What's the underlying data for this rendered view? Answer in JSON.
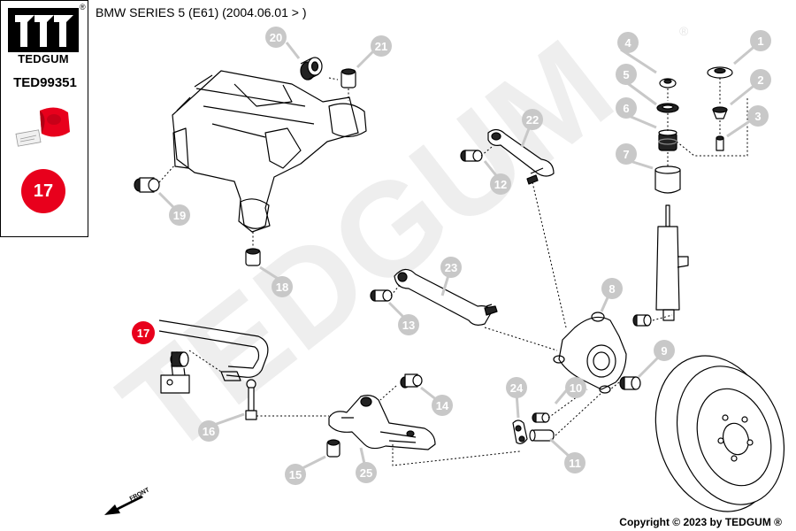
{
  "brand": {
    "name": "TEDGUM",
    "registered_mark": "®"
  },
  "product": {
    "part_number": "TED99351",
    "highlight_number": "17"
  },
  "diagram": {
    "title": "BMW SERIES 5 (E61)  (2004.06.01 > )",
    "watermark": "TEDGUM",
    "front_label": "FRONT",
    "copyright": "Copyright © 2023 by TEDGUM ®",
    "callouts": [
      "1",
      "2",
      "3",
      "4",
      "5",
      "6",
      "7",
      "8",
      "9",
      "10",
      "11",
      "12",
      "13",
      "14",
      "15",
      "16",
      "17",
      "18",
      "19",
      "20",
      "21",
      "22",
      "23",
      "24",
      "25"
    ]
  },
  "colors": {
    "callout_gray": "#c8c8c8",
    "highlight_red": "#e8001c",
    "watermark": "#eeeeee"
  }
}
